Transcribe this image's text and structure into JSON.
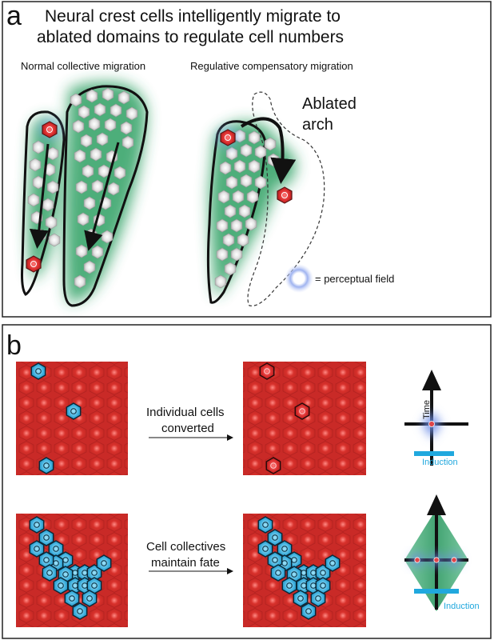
{
  "panel_a": {
    "letter": "a",
    "title_line1": "Neural crest cells intelligently migrate to",
    "title_line2": "ablated domains to regulate cell numbers",
    "subtitle_left": "Normal collective migration",
    "subtitle_right": "Regulative compensatory migration",
    "ablated_line1": "Ablated",
    "ablated_line2": "arch",
    "legend_label": "= perceptual field",
    "colors": {
      "green_glow": "#2fa064",
      "red_cell": "#e0454a",
      "grey_cell": "#d4d4d4"
    }
  },
  "panel_b": {
    "letter": "b",
    "label_individual_line1": "Individual cells",
    "label_individual_line2": "converted",
    "label_collective_line1": "Cell collectives",
    "label_collective_line2": "maintain fate",
    "time_label": "Time",
    "induction_top": "Induction",
    "induction_bottom": "Induction",
    "colors": {
      "tissue_red": "#d2332f",
      "blue_cell": "#3fb0de",
      "induction_bar": "#20a8de",
      "diamond_green": "#3aa373"
    }
  }
}
